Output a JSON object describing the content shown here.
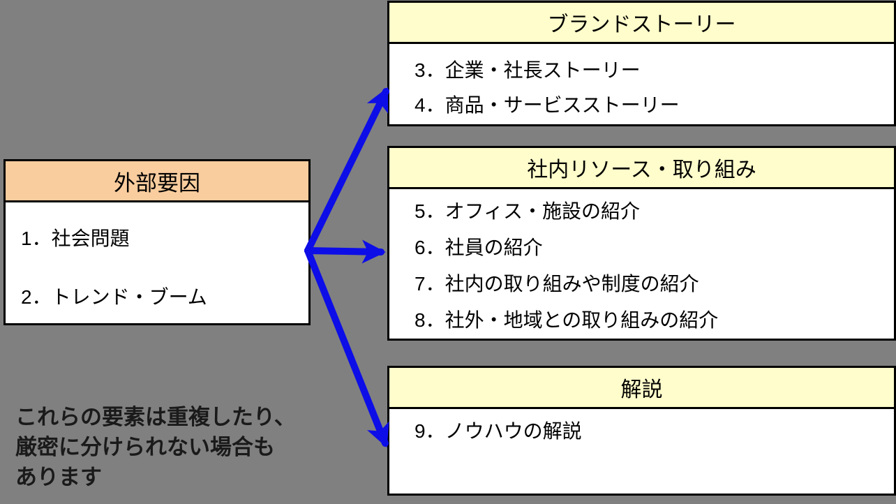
{
  "colors": {
    "background": "#808080",
    "box_border": "#000000",
    "left_header_bg": "#FACD9E",
    "right_header_bg": "#FFFDCB",
    "box_body_bg": "#FFFFFF",
    "arrow": "#0D0DE8",
    "text": "#000000"
  },
  "left_box": {
    "title": "外部要因",
    "items": [
      "1．社会問題",
      "2．トレンド・ブーム"
    ]
  },
  "right_boxes": [
    {
      "title": "ブランドストーリー",
      "items": [
        "3．企業・社長ストーリー",
        "4．商品・サービスストーリー"
      ]
    },
    {
      "title": "社内リソース・取り組み",
      "items": [
        "5．オフィス・施設の紹介",
        "6．社員の紹介",
        "7．社内の取り組みや制度の紹介",
        "8．社外・地域との取り組みの紹介"
      ]
    },
    {
      "title": "解説",
      "items": [
        "9．ノウハウの解説"
      ]
    }
  ],
  "note": {
    "lines": [
      "これらの要素は重複したり、",
      "厳密に分けられない場合も",
      "あります"
    ]
  }
}
